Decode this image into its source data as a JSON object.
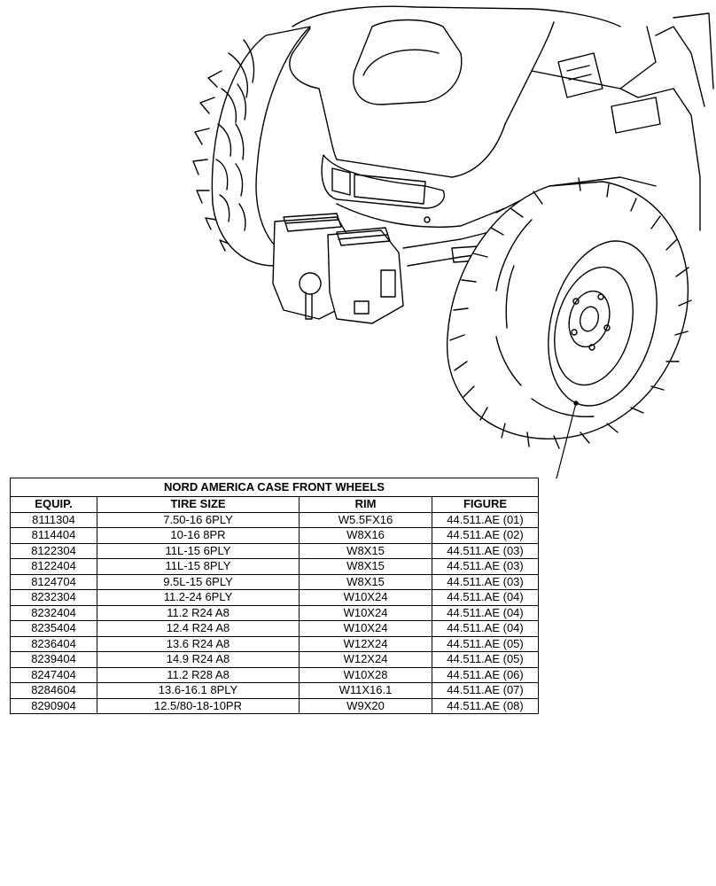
{
  "table": {
    "title": "NORD AMERICA CASE FRONT WHEELS",
    "headers": [
      "EQUIP.",
      "TIRE SIZE",
      "RIM",
      "FIGURE"
    ],
    "rows": [
      [
        "8111304",
        "7.50-16 6PLY",
        "W5.5FX16",
        "44.511.AE (01)"
      ],
      [
        "8114404",
        "10-16 8PR",
        "W8X16",
        "44.511.AE (02)"
      ],
      [
        "8122304",
        "11L-15 6PLY",
        "W8X15",
        "44.511.AE (03)"
      ],
      [
        "8122404",
        "11L-15 8PLY",
        "W8X15",
        "44.511.AE (03)"
      ],
      [
        "8124704",
        "9.5L-15 6PLY",
        "W8X15",
        "44.511.AE (03)"
      ],
      [
        "8232304",
        "11.2-24 6PLY",
        "W10X24",
        "44.511.AE (04)"
      ],
      [
        "8232404",
        "11.2 R24 A8",
        "W10X24",
        "44.511.AE (04)"
      ],
      [
        "8235404",
        "12.4 R24 A8",
        "W10X24",
        "44.511.AE (04)"
      ],
      [
        "8236404",
        "13.6 R24 A8",
        "W12X24",
        "44.511.AE (05)"
      ],
      [
        "8239404",
        "14.9 R24 A8",
        "W12X24",
        "44.511.AE (05)"
      ],
      [
        "8247404",
        "11.2 R28 A8",
        "W10X28",
        "44.511.AE (06)"
      ],
      [
        "8284604",
        "13.6-16.1 8PLY",
        "W11X16.1",
        "44.511.AE (07)"
      ],
      [
        "8290904",
        "12.5/80-18-10PR",
        "W9X20",
        "44.511.AE (08)"
      ]
    ]
  }
}
